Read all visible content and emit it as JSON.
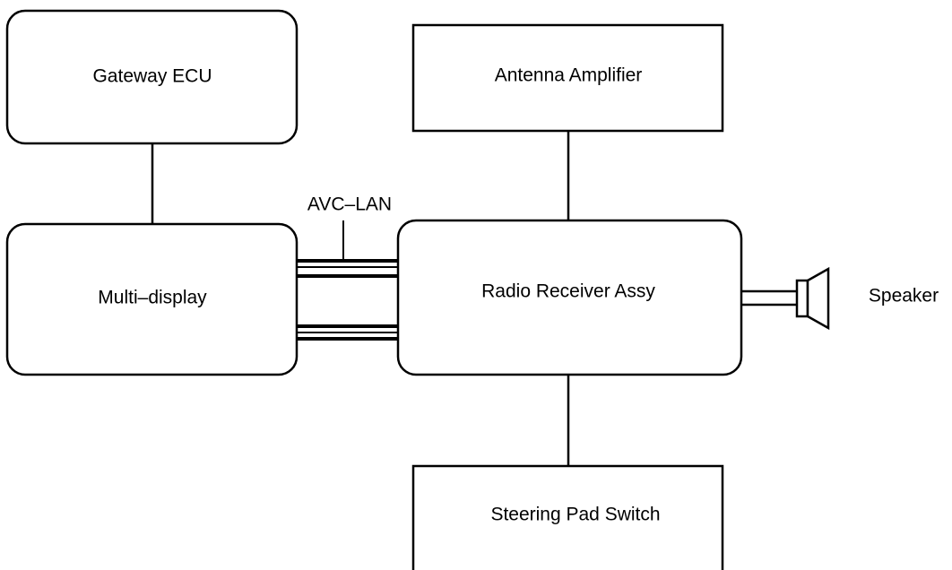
{
  "nodes": {
    "gateway_ecu": "Gateway ECU",
    "antenna_amplifier": "Antenna Amplifier",
    "multi_display": "Multi–display",
    "radio_receiver": "Radio Receiver Assy",
    "steering_pad_switch": "Steering Pad Switch"
  },
  "labels": {
    "bus": "AVC–LAN",
    "speaker": "Speaker"
  },
  "connections": [
    {
      "from": "Gateway ECU",
      "to": "Multi–display"
    },
    {
      "from": "Antenna Amplifier",
      "to": "Radio Receiver Assy"
    },
    {
      "from": "Multi–display",
      "to": "Radio Receiver Assy",
      "via": "AVC–LAN"
    },
    {
      "from": "Radio Receiver Assy",
      "to": "Speaker"
    },
    {
      "from": "Radio Receiver Assy",
      "to": "Steering Pad Switch"
    }
  ]
}
